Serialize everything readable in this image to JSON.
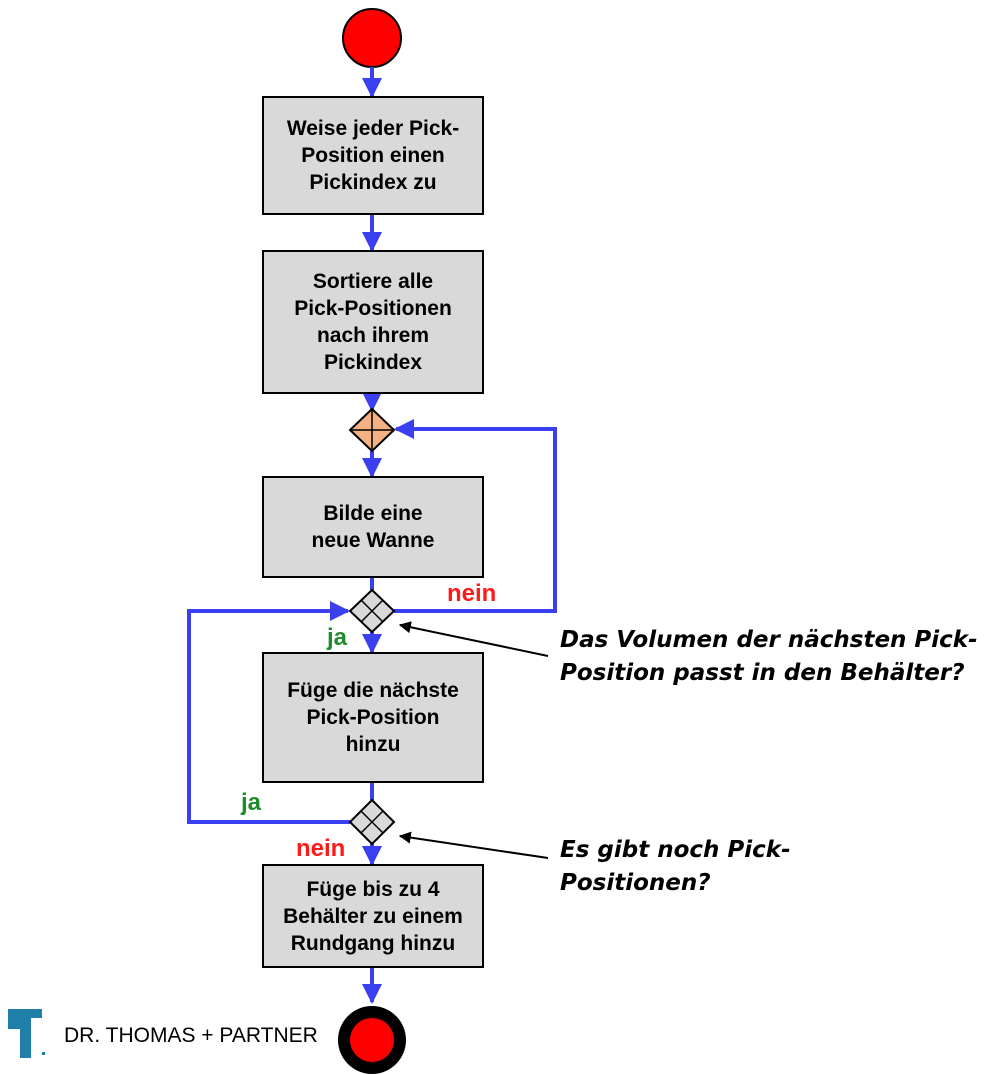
{
  "colors": {
    "flow": "#3a3ff0",
    "box_fill": "#d9d9d9",
    "start_node": "#ff0000",
    "merge_fill": "#f4b183",
    "decision_fill": "#d9d9d9",
    "yes": "#1e8c2a",
    "no": "#ff1a1a",
    "logo": "#1f7fa8"
  },
  "steps": [
    {
      "id": "assign",
      "text": "Weise jeder Pick-\nPosition einen\nPickindex zu"
    },
    {
      "id": "sort",
      "text": "Sortiere alle\nPick-Positionen\nnach ihrem\nPickindex"
    },
    {
      "id": "new_tub",
      "text": "Bilde eine\nneue Wanne"
    },
    {
      "id": "add_next",
      "text": "Füge die nächste\nPick-Position\nhinzu"
    },
    {
      "id": "add_tour",
      "text": "Füge bis zu 4\nBehälter zu einem\nRundgang hinzu"
    }
  ],
  "branch_labels": {
    "volume_no": "nein",
    "volume_yes": "ja",
    "more_yes": "ja",
    "more_no": "nein"
  },
  "notes": {
    "volume_question": "Das Volumen der nächsten Pick-\nPosition passt in den Behälter?",
    "more_question": "Es gibt noch Pick-\nPositionen?"
  },
  "logo": {
    "text": "DR. THOMAS + PARTNER",
    "icon": "tp-logo-icon"
  }
}
